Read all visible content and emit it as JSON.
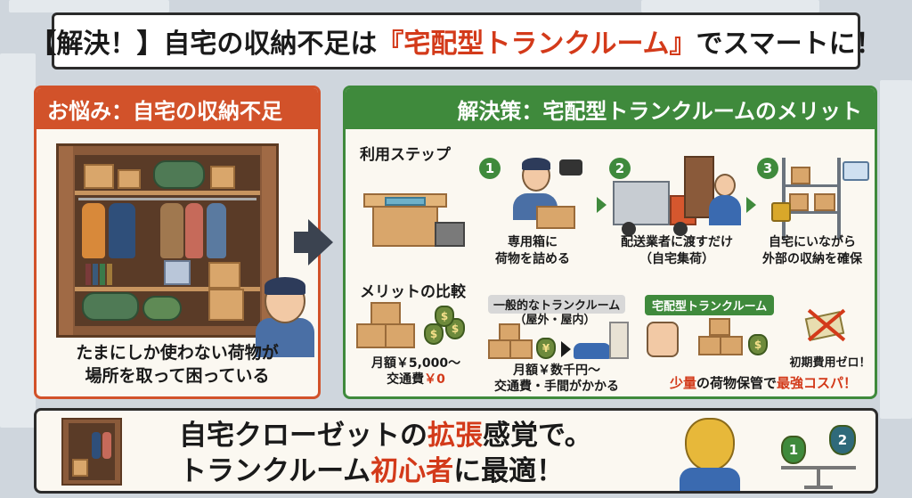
{
  "title": {
    "prefix": "【解決！】自宅の収納不足は",
    "highlight": "『宅配型トランクルーム』",
    "suffix": "でスマートに！"
  },
  "left_panel": {
    "heading": "お悩み：自宅の収納不足",
    "caption_line1": "たまにしか使わない荷物が",
    "caption_line2": "場所を取って困っている"
  },
  "right_panel": {
    "heading": "解決策：宅配型トランクルームのメリット",
    "steps_label": "利用ステップ",
    "steps": [
      {
        "num": "1",
        "line1": "専用箱に",
        "line2": "荷物を詰める"
      },
      {
        "num": "2",
        "line1": "配送業者に渡すだけ",
        "line2": "（自宅集荷）"
      },
      {
        "num": "3",
        "line1": "自宅にいながら",
        "line2": "外部の収納を確保"
      }
    ],
    "compare_label": "メリットの比較",
    "compare": {
      "own_cost_line1": "月額￥5,000～",
      "own_cost_line2_prefix": "交通費",
      "own_cost_line2_value": "￥0",
      "general_tag": "一般的なトランクルーム",
      "general_sub": "（屋外・屋内）",
      "general_cost_line1": "月額￥数千円～",
      "general_cost_line2": "交通費・手間がかかる",
      "delivery_tag": "宅配型トランクルーム",
      "initial_cost": "初期費用ゼロ！",
      "conclusion_a": "少量",
      "conclusion_b": "の荷物保管で",
      "conclusion_c": "最強コスパ！",
      "money_marks": [
        "$",
        "¥"
      ]
    }
  },
  "bottom": {
    "line1_a": "自宅クローゼットの",
    "line1_hl": "拡張",
    "line1_b": "感覚で。",
    "line2_a": "トランクルーム",
    "line2_hl": "初心者",
    "line2_b": "に最適！",
    "scale_left": "1",
    "scale_right": "2"
  },
  "colors": {
    "accent_red": "#d33a1a",
    "problem_orange": "#d2522a",
    "solution_green": "#3f8a3c"
  }
}
